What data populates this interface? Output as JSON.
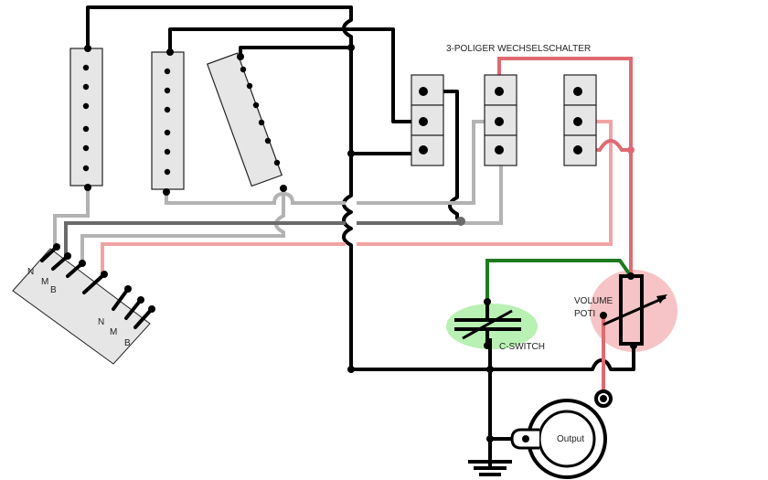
{
  "diagram": {
    "title": "3-POLIGER WECHSELSCHALTER",
    "labels": {
      "volume_line1": "VOLUME",
      "volume_line2": "POTI",
      "c_switch": "C-SWITCH",
      "output": "Output"
    },
    "selector_switch": {
      "upper_positions": [
        "N",
        "M",
        "B"
      ],
      "lower_positions": [
        "N",
        "M",
        "B"
      ]
    },
    "pickups": [
      "neck",
      "middle",
      "bridge"
    ],
    "toggle_switch_lugs": 3,
    "colors": {
      "ground": "#000000",
      "wire_gray": "#b3b3b3",
      "wire_dark_gray": "#6a6a6a",
      "wire_light_pink": "#f0a3a3",
      "wire_red": "#e06a72",
      "wire_green": "#1e7a1e",
      "capacitor_highlight": "#b9f0b4",
      "poti_highlight": "#f6c4c6",
      "component_fill": "#e6e6e6"
    }
  }
}
